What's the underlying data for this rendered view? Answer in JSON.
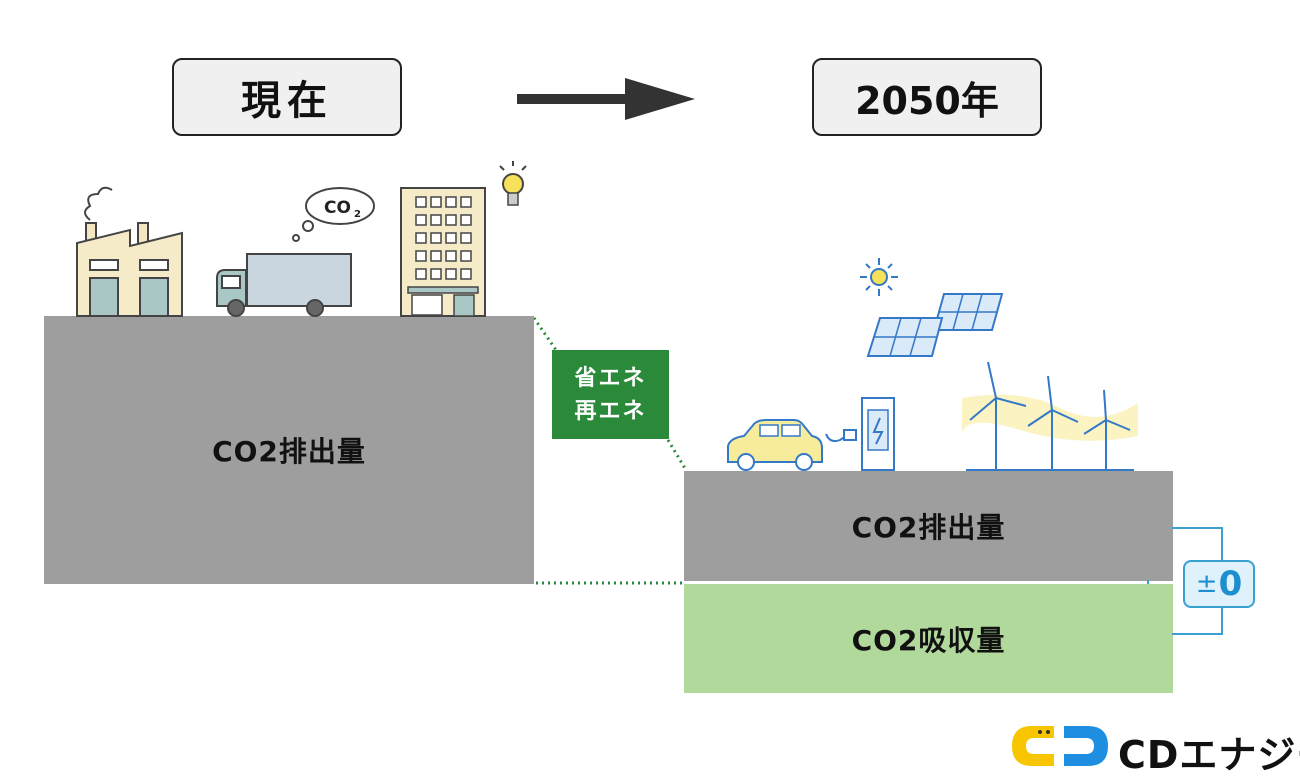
{
  "header": {
    "now": "現在",
    "future": "2050年"
  },
  "blocks": {
    "now_emission": "CO2排出量",
    "future_emission": "CO2排出量",
    "future_absorption": "CO2吸収量"
  },
  "measures": {
    "line1": "省エネ",
    "line2": "再エネ"
  },
  "balance": {
    "sign": "±",
    "value": "0"
  },
  "co2_bubble": "CO",
  "co2_sub": "2",
  "logo": {
    "text": "CDエナジー"
  },
  "colors": {
    "emission_gray": "#9e9e9e",
    "absorption_green": "#b1d99c",
    "measure_green": "#2b8a3a",
    "accent_blue": "#1d8fce",
    "logo_yellow": "#f7c600",
    "logo_blue": "#1e8fe0"
  },
  "icons": [
    "factory-icon",
    "truck-icon",
    "co2-cloud-icon",
    "building-icon",
    "light-bulb-icon",
    "sun-icon",
    "solar-panel-icon",
    "wind-turbine-icon",
    "electric-car-icon",
    "charging-station-icon"
  ]
}
